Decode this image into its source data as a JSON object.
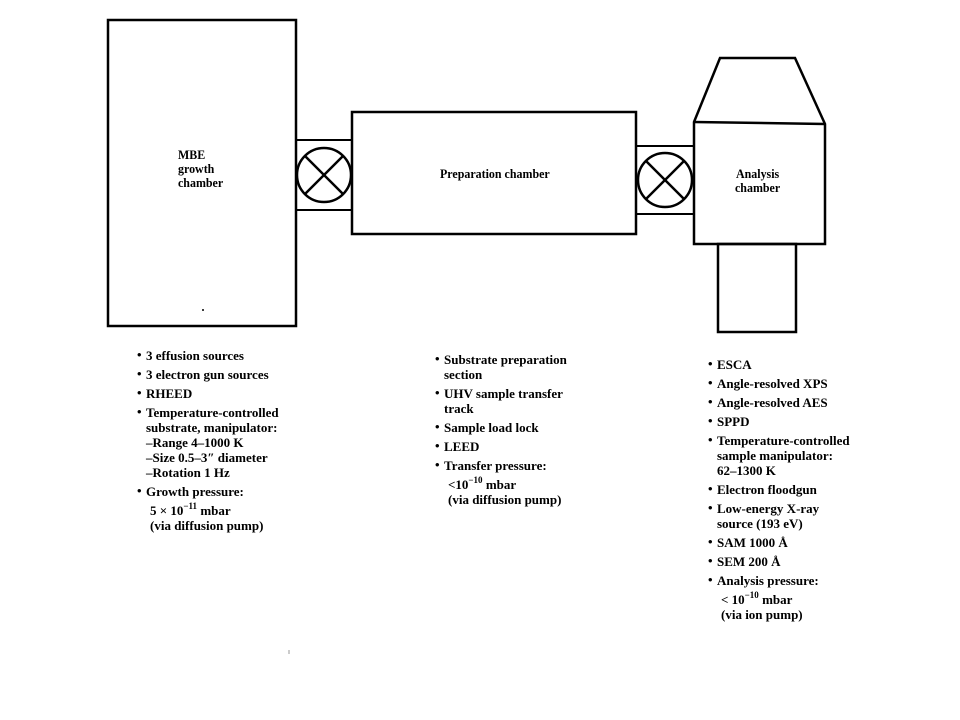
{
  "chambers": {
    "mbe": {
      "label_lines": [
        "MBE",
        "growth",
        "chamber"
      ]
    },
    "preparation": {
      "label_lines": [
        "Preparation chamber"
      ]
    },
    "analysis": {
      "label_lines": [
        "Analysis",
        "chamber"
      ]
    }
  },
  "mbe_notes": {
    "items": [
      "3 effusion sources",
      "3 electron gun sources",
      "RHEED",
      "Temperature-controlled",
      "Growth pressure:"
    ],
    "temp_lines": [
      "substrate, manipulator:",
      "–Range 4–1000 K",
      "–Size 0.5–3″ diameter",
      "–Rotation 1 Hz"
    ],
    "pressure_base": "5 × 10",
    "pressure_exp": "−11",
    "pressure_unit": " mbar",
    "pressure_note": "(via diffusion pump)"
  },
  "prep_notes": {
    "items": [
      "Substrate preparation",
      "UHV sample transfer",
      "Sample load lock",
      "LEED",
      "Transfer pressure:"
    ],
    "item0_cont": "section",
    "item1_cont": "track",
    "pressure_base": "<10",
    "pressure_exp": "−10",
    "pressure_unit": " mbar",
    "pressure_note": "(via diffusion pump)"
  },
  "analysis_notes": {
    "items": [
      "ESCA",
      "Angle-resolved XPS",
      "Angle-resolved AES",
      "SPPD",
      "Temperature-controlled",
      "Electron floodgun",
      "Low-energy X-ray",
      "SAM 1000 Å",
      "SEM 200 Å",
      "Analysis pressure:"
    ],
    "temp_lines": [
      "sample manipulator:",
      "62–1300 K"
    ],
    "xray_cont": "source (193 eV)",
    "pressure_base": "< 10",
    "pressure_exp": "−10",
    "pressure_unit": " mbar",
    "pressure_note": "(via ion pump)"
  },
  "bullet_char": "•"
}
